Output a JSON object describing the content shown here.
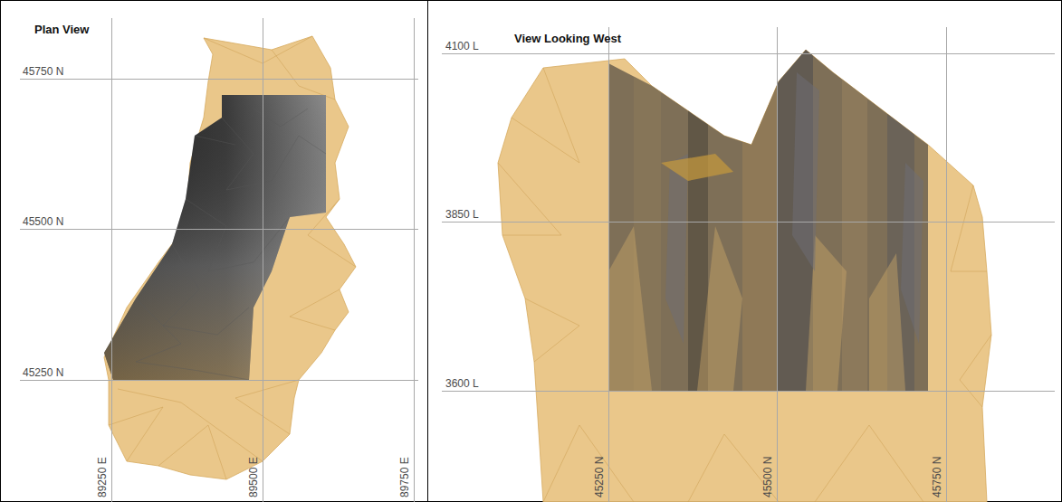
{
  "diagram": {
    "labels": [
      "Plan View",
      "45750 N",
      "45500 N",
      "45250 N",
      "89250 E",
      "89500 E",
      "89750 E",
      "View Looking West",
      "4100 L",
      "3850 L",
      "3600 L",
      "45250 N",
      "45500 N",
      "45750 N"
    ]
  }
}
